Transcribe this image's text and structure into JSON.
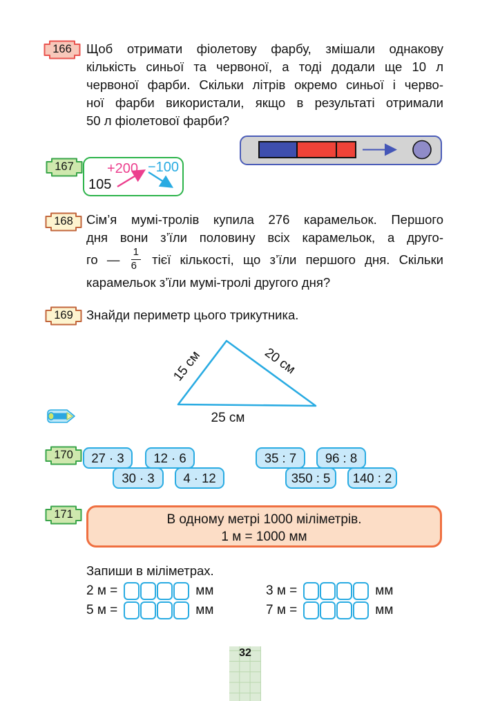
{
  "page": {
    "number": "32"
  },
  "colors": {
    "accent_cyan": "#29abe2",
    "pink": "#ec3f8e",
    "badge_red_border": "#e9534e",
    "badge_green_border": "#3aa54a",
    "badge_tan_border": "#c2663c",
    "bar_blue": "#3e4fae",
    "bar_red": "#ef4338",
    "circle_purple": "#8f8bc8",
    "rule_box_border": "#ef6f40",
    "rule_box_fill": "#fcddc6"
  },
  "p166": {
    "badge": "166",
    "lines": [
      "Щоб отримати фіолетову фарбу, змішали однакову",
      "кількість синьої та червоної, а тоді додали ще 10 л",
      "червоної фарби. Скільки літрів окремо синьої і черво-",
      "ної фарби використали, якщо в результаті отримали",
      "50 л фіолетової фарби?"
    ]
  },
  "p167": {
    "badge": "167",
    "start_number": "105",
    "add_label": "+200",
    "subtract_label": "−100"
  },
  "p168": {
    "badge": "168",
    "line1": "Сім’я мумі-тролів купила 276 карамельок. Першого",
    "line2": "дня вони з’їли половину всіх карамельок, а друго-",
    "line3_pre": "го —",
    "fraction_numerator": "1",
    "fraction_denominator": "6",
    "line3_post": "тієї кількості, що з’їли першого дня. Скільки",
    "line4": "карамельок з’їли мумі-тролі другого дня?"
  },
  "p169": {
    "badge": "169",
    "title": "Знайди периметр цього трикутника.",
    "triangle": {
      "left_side": "15 см",
      "right_side": "20 см",
      "bottom_side": "25 см"
    }
  },
  "p170": {
    "badge": "170",
    "row1": [
      "27 · 3",
      "12 · 6",
      "35 : 7",
      "96 : 8"
    ],
    "row2": [
      "30 · 3",
      "4 · 12",
      "350 : 5",
      "140 : 2"
    ]
  },
  "p171": {
    "badge": "171",
    "rule_line1": "В одному метрі 1000 міліметрів.",
    "rule_line2": "1 м = 1000 мм",
    "task_title": "Запиши в міліметрах.",
    "equations": [
      {
        "label": "2 м =",
        "unit": "мм"
      },
      {
        "label": "3 м =",
        "unit": "мм"
      },
      {
        "label": "5 м =",
        "unit": "мм"
      },
      {
        "label": "7 м =",
        "unit": "мм"
      }
    ]
  }
}
